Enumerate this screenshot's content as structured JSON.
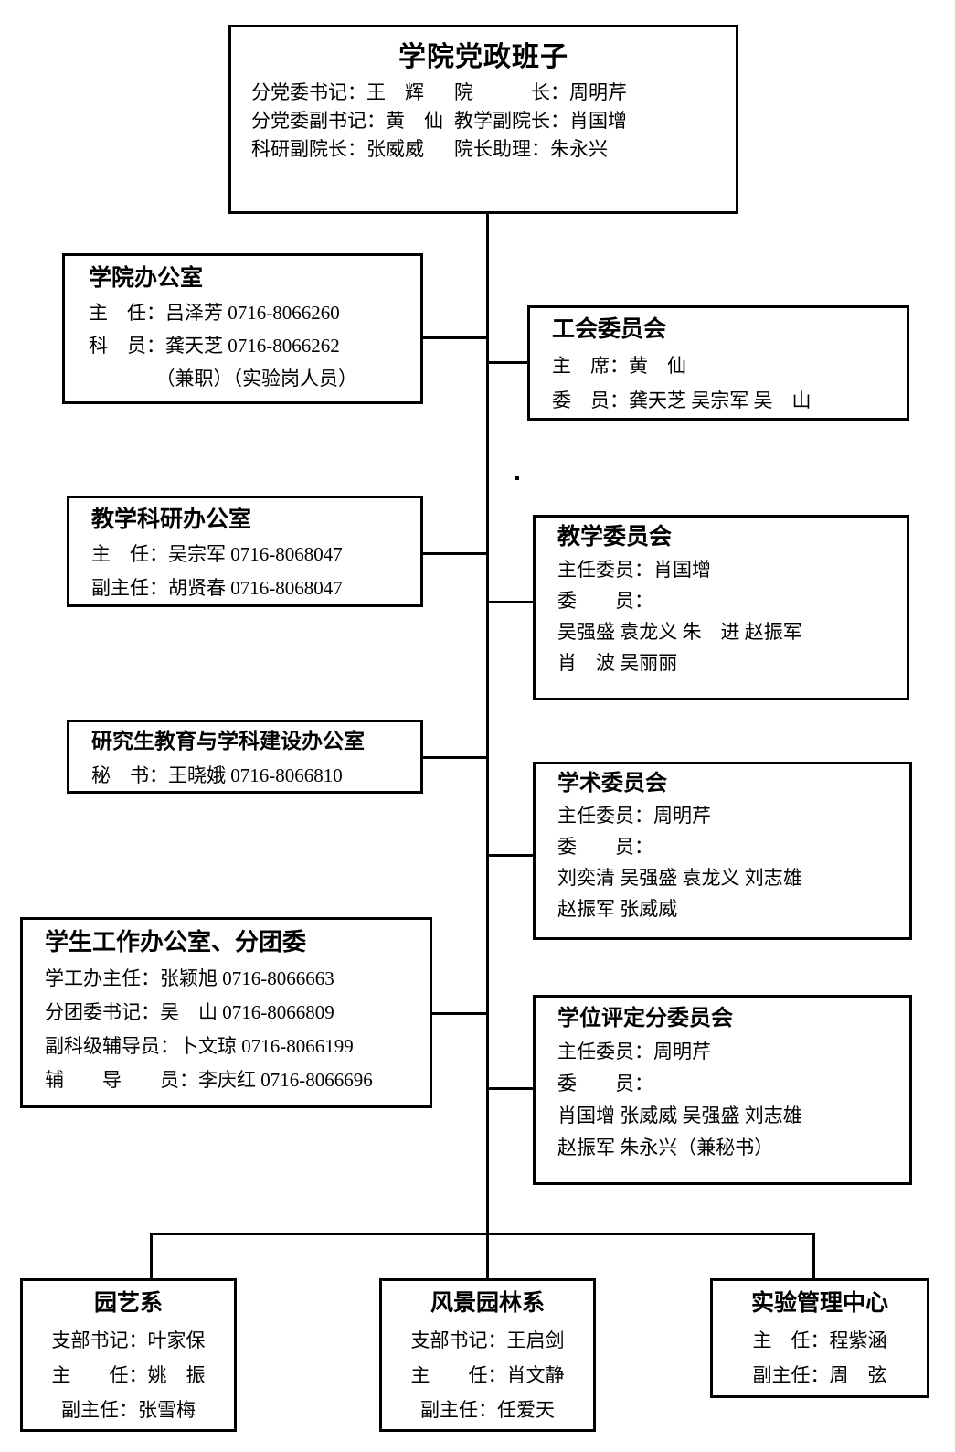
{
  "top": {
    "title": "学院党政班子",
    "rows": [
      {
        "left": "分党委书记：王　辉",
        "right": "院　　　长：周明芹"
      },
      {
        "left": "分党委副书记：黄　仙",
        "right": "教学副院长：肖国增"
      },
      {
        "left": "科研副院长：张威威",
        "right": "院长助理：朱永兴"
      }
    ]
  },
  "office": {
    "title": "学院办公室",
    "lines": [
      "主　任：吕泽芳  0716-8066260",
      "科　员：龚天芝  0716-8066262",
      "　　　　（兼职）（实验岗人员）"
    ]
  },
  "union": {
    "title": "工会委员会",
    "lines": [
      "主　席：黄　仙",
      "委　员：龚天芝  吴宗军  吴　山"
    ]
  },
  "teaching_office": {
    "title": "教学科研办公室",
    "lines": [
      "主　任：吴宗军  0716-8068047",
      "副主任：胡贤春  0716-8068047"
    ]
  },
  "teaching_committee": {
    "title": "教学委员会",
    "lines": [
      "主任委员：肖国增",
      "委　　员：",
      "吴强盛 袁龙义 朱　进 赵振军",
      "肖　波 吴丽丽"
    ]
  },
  "grad_office": {
    "title": "研究生教育与学科建设办公室",
    "lines": [
      "秘　书：王晓娥  0716-8066810"
    ]
  },
  "academic_committee": {
    "title": "学术委员会",
    "lines": [
      "主任委员：周明芹",
      "委　　员：",
      "刘奕清 吴强盛 袁龙义 刘志雄",
      "赵振军 张威威"
    ]
  },
  "student_office": {
    "title": "学生工作办公室、分团委",
    "lines": [
      "学工办主任：张颖旭  0716-8066663",
      "分团委书记：吴　山  0716-8066809",
      "副科级辅导员：卜文琼  0716-8066199",
      "辅　　导　　员：李庆红  0716-8066696"
    ]
  },
  "degree_committee": {
    "title": "学位评定分委员会",
    "lines": [
      "主任委员：周明芹",
      "委　　员：",
      "肖国增 张威威 吴强盛 刘志雄",
      "赵振军 朱永兴（兼秘书）"
    ]
  },
  "departments": [
    {
      "title": "园艺系",
      "lines": [
        "支部书记：叶家保",
        "主　　任：姚　振",
        "副主任：张雪梅"
      ]
    },
    {
      "title": "风景园林系",
      "lines": [
        "支部书记：王启剑",
        "主　　任：肖文静",
        "副主任：任爱天"
      ]
    },
    {
      "title": "实验管理中心",
      "lines": [
        "主　任：程紫涵",
        "副主任：周　弦"
      ]
    }
  ]
}
